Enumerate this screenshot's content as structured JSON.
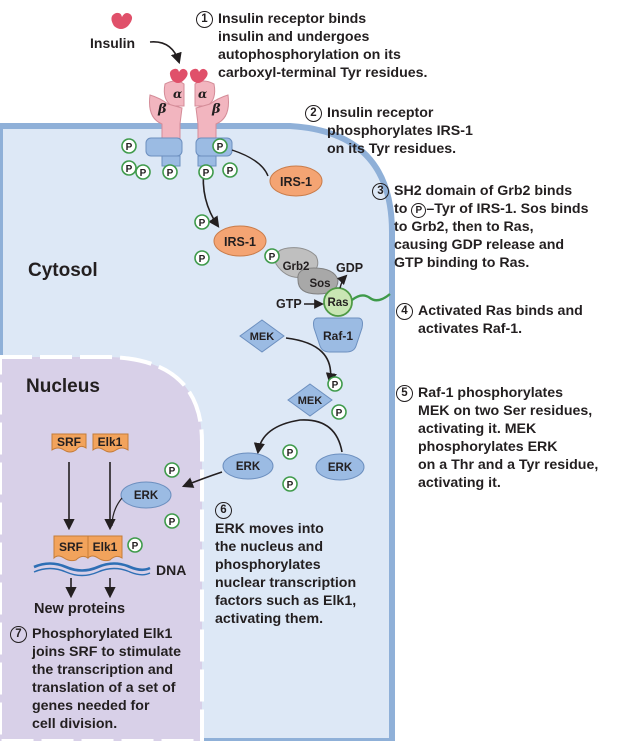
{
  "labels": {
    "insulin": "Insulin",
    "alpha": "α",
    "beta": "β",
    "phospho": "P",
    "irs1": "IRS-1",
    "grb2": "Grb2",
    "sos": "Sos",
    "ras": "Ras",
    "gdp": "GDP",
    "gtp": "GTP",
    "raf1": "Raf-1",
    "mek": "MEK",
    "erk": "ERK",
    "srf": "SRF",
    "elk1": "Elk1",
    "dna": "DNA",
    "new_proteins": "New proteins",
    "cytosol": "Cytosol",
    "nucleus": "Nucleus"
  },
  "steps": [
    {
      "number": "1",
      "text": "Insulin receptor binds\ninsulin and undergoes\nautophosphorylation on its\ncarboxyl-terminal Tyr residues."
    },
    {
      "number": "2",
      "text": "Insulin receptor\nphosphorylates IRS-1\non its Tyr residues."
    },
    {
      "number": "3",
      "text_before": "SH2 domain of Grb2 binds\nto ",
      "text_p": "P",
      "text_after": "–Tyr of IRS-1. Sos binds\nto Grb2, then to Ras,\ncausing GDP release and\nGTP binding to Ras."
    },
    {
      "number": "4",
      "text": "Activated Ras binds and\nactivates Raf-1."
    },
    {
      "number": "5",
      "text": "Raf-1 phosphorylates\nMEK on two Ser residues,\nactivating it. MEK\nphosphorylates ERK\non a Thr and a Tyr residue,\nactivating it."
    },
    {
      "number": "6",
      "text": "ERK moves into\nthe nucleus and\nphosphorylates\nnuclear transcription\nfactors such as Elk1,\nactivating them."
    },
    {
      "number": "7",
      "text": "Phosphorylated Elk1\njoins SRF to stimulate\nthe transcription and\ntranslation of a set of\ngenes needed for\ncell division."
    }
  ],
  "colors": {
    "cytosol_fill": "#dde8f6",
    "membrane": "#8fb0d8",
    "nucleus_fill": "#d8d0e8",
    "nucleus_border": "#b3a6cf",
    "receptor_pink": "#f2b5bf",
    "insulin_red": "#e0506a",
    "irs_orange": "#f4a473",
    "kinase_blue": "#9bbbe3",
    "phospho_green": "#3e9a4a",
    "ras_green": "#c9e6b4",
    "tf_orange": "#f2a35c",
    "dna_blue": "#2e6fb5"
  }
}
